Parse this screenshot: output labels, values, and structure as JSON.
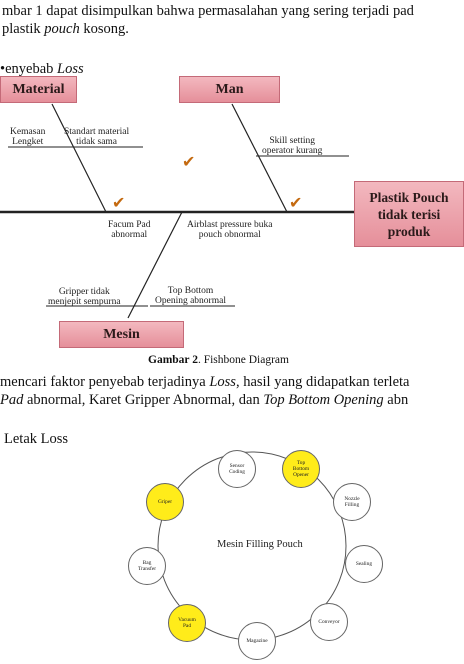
{
  "paragraph1": {
    "line1": "mbar 1 dapat disimpulkan bahwa permasalahan yang sering terjadi pad",
    "line2_pre": " plastik ",
    "line2_em": "pouch",
    "line2_post": " kosong."
  },
  "section1": {
    "bullet": "•",
    "text": "enyebab ",
    "em": "Loss"
  },
  "fishbone": {
    "material": "Material",
    "man": "Man",
    "mesin": "Mesin",
    "effect": "Plastik Pouch tidak terisi produk",
    "causes": {
      "kemasan": "Kemasan\nLengket",
      "standart": "Standart material\ntidak sama",
      "skill": "Skill setting\noperator kurang",
      "facum": "Facum Pad\nabnormal",
      "airblast": "Airblast pressure buka\npouch obnormal",
      "gripper": "Gripper tidak\nmenjepit sempurna",
      "topbottom": "Top Bottom\nOpening abnormal"
    },
    "check_mark": "✔"
  },
  "caption": {
    "bold": "Gambar 2",
    "rest": ". Fishbone Diagram"
  },
  "paragraph2": {
    "line1_pre": "mencari faktor penyebab terjadinya ",
    "line1_em": "Loss",
    "line1_post": ", hasil yang didapatkan terleta",
    "line2_em1": "Pad",
    "line2_mid": " abnormal, Karet Gripper Abnormal, dan ",
    "line2_em2": "Top Bottom Opening",
    "line2_post": " abn"
  },
  "section2": {
    "text": "Letak Loss"
  },
  "ring": {
    "title": "Mesin Filling Pouch",
    "highlight_color": "#ffec1a",
    "nodes": [
      {
        "label": "Sensor\nCoding",
        "hl": false
      },
      {
        "label": "Top\nBottom\nOpener",
        "hl": true
      },
      {
        "label": "Nozzle\nFilling",
        "hl": false
      },
      {
        "label": "Sealing",
        "hl": false
      },
      {
        "label": "Conveyor",
        "hl": false
      },
      {
        "label": "Magazine",
        "hl": false
      },
      {
        "label": "Vacuum\nPad",
        "hl": true
      },
      {
        "label": "Bag\nTransfer",
        "hl": false
      },
      {
        "label": "Griper",
        "hl": true
      }
    ]
  }
}
